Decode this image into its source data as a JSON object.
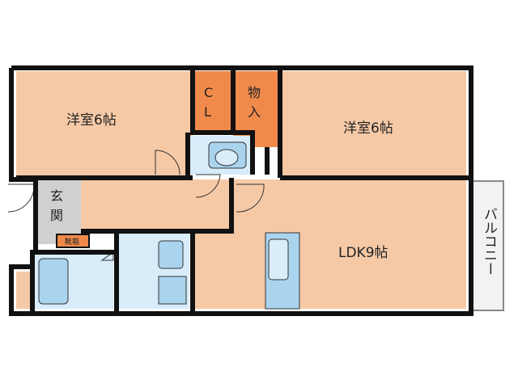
{
  "colors": {
    "room": "#f6c9a6",
    "storage": "#f08a4b",
    "wet": "#d8ecfa",
    "fixture": "#aad4ee",
    "hall": "#d0d0d0",
    "wall": "#111111",
    "balcony": "#f2f2f2"
  },
  "rooms": {
    "western_left": "洋室6帖",
    "western_right": "洋室6帖",
    "closet_c": "C",
    "closet_l": "L",
    "storage_1": "物",
    "storage_2": "入",
    "entrance_1": "玄",
    "entrance_2": "関",
    "shoe": "靴箱",
    "ldk": "LDK9帖",
    "balcony": "バルコニー"
  }
}
